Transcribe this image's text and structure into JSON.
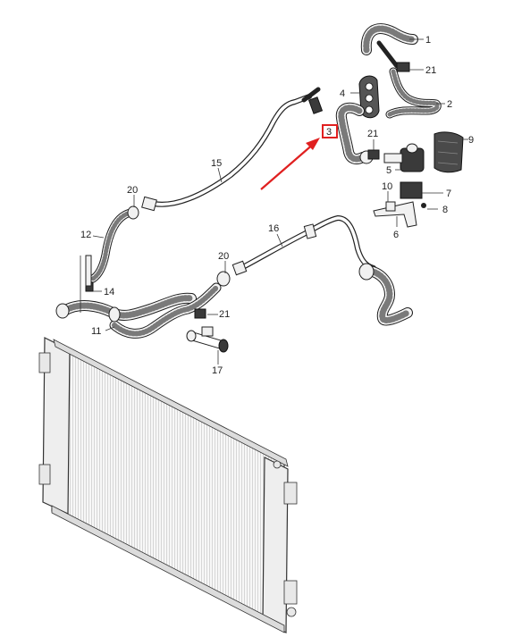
{
  "labels": [
    {
      "id": "1",
      "text": "1"
    },
    {
      "id": "2",
      "text": "2"
    },
    {
      "id": "3",
      "text": "3"
    },
    {
      "id": "4",
      "text": "4"
    },
    {
      "id": "5",
      "text": "5"
    },
    {
      "id": "6",
      "text": "6"
    },
    {
      "id": "7",
      "text": "7"
    },
    {
      "id": "8",
      "text": "8"
    },
    {
      "id": "9",
      "text": "9"
    },
    {
      "id": "10",
      "text": "10"
    },
    {
      "id": "11",
      "text": "11"
    },
    {
      "id": "12",
      "text": "12"
    },
    {
      "id": "14",
      "text": "14"
    },
    {
      "id": "15",
      "text": "15"
    },
    {
      "id": "16",
      "text": "16"
    },
    {
      "id": "17",
      "text": "17"
    },
    {
      "id": "20a",
      "text": "20"
    },
    {
      "id": "20b",
      "text": "20"
    },
    {
      "id": "21a",
      "text": "21"
    },
    {
      "id": "21b",
      "text": "21"
    },
    {
      "id": "21c",
      "text": "21"
    }
  ],
  "highlight": {
    "label": "3",
    "box_color": "#e02020",
    "arrow_color": "#e02020"
  }
}
